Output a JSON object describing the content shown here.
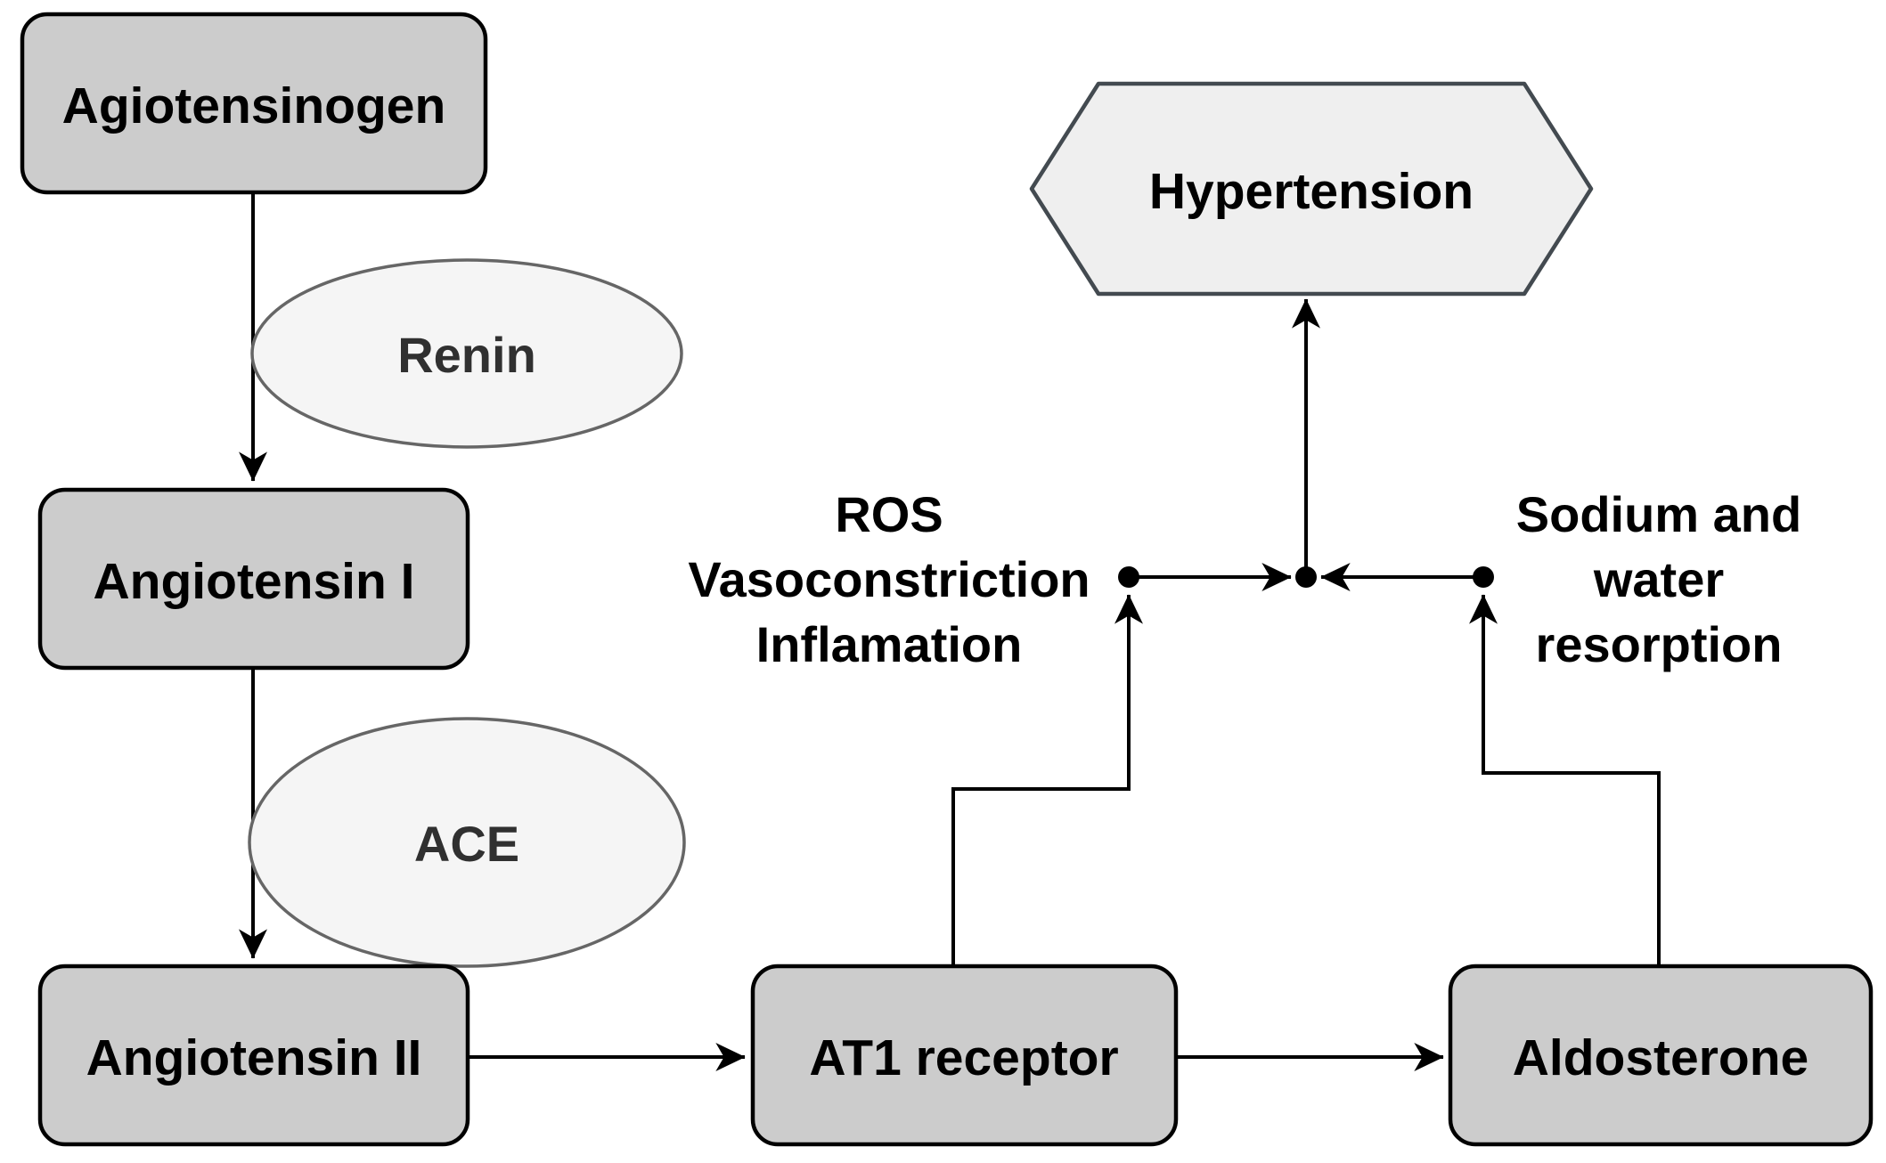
{
  "diagram": {
    "background": "#ffffff",
    "colors": {
      "box_fill": "#cccccc",
      "box_stroke": "#000000",
      "ellipse_fill": "#f5f5f5",
      "ellipse_stroke": "#666666",
      "hexagon_fill": "#efefef",
      "hexagon_stroke": "#434a50",
      "line": "#000000",
      "text": "#000000",
      "enzyme_text": "#303030"
    },
    "nodes": {
      "agiotensinogen": {
        "label": "Agiotensinogen",
        "shape": "rounded-rect"
      },
      "renin": {
        "label": "Renin",
        "shape": "ellipse"
      },
      "angiotensin_i": {
        "label": "Angiotensin I",
        "shape": "rounded-rect"
      },
      "ace": {
        "label": "ACE",
        "shape": "ellipse"
      },
      "angiotensin_ii": {
        "label": "Angiotensin II",
        "shape": "rounded-rect"
      },
      "at1_receptor": {
        "label": "AT1 receptor",
        "shape": "rounded-rect"
      },
      "aldosterone": {
        "label": "Aldosterone",
        "shape": "rounded-rect"
      },
      "hypertension": {
        "label": "Hypertension",
        "shape": "hexagon"
      }
    },
    "annotations": {
      "ros": {
        "lines": [
          "ROS",
          "Vasoconstriction",
          "Inflamation"
        ]
      },
      "sodium": {
        "lines": [
          "Sodium and",
          "water",
          "resorption"
        ]
      }
    },
    "edges": [
      {
        "from": "Agiotensinogen",
        "to": "Angiotensin I",
        "via": "Renin"
      },
      {
        "from": "Angiotensin I",
        "to": "Angiotensin II",
        "via": "ACE"
      },
      {
        "from": "Angiotensin II",
        "to": "AT1 receptor"
      },
      {
        "from": "AT1 receptor",
        "to": "Aldosterone"
      },
      {
        "from": "AT1 receptor",
        "to": "ROS Vasoconstriction Inflamation"
      },
      {
        "from": "Aldosterone",
        "to": "Sodium and water resorption"
      },
      {
        "from": "ROS Vasoconstriction Inflamation",
        "to": "Hypertension"
      },
      {
        "from": "Sodium and water resorption",
        "to": "Hypertension"
      }
    ]
  }
}
